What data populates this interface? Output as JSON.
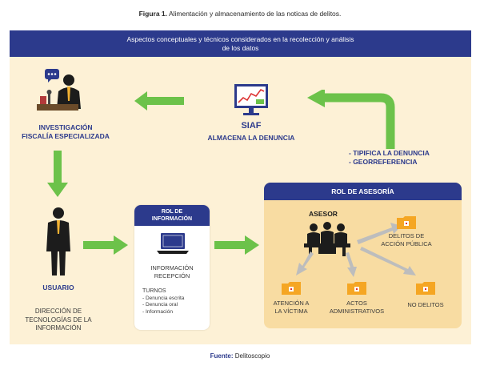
{
  "figure": {
    "label": "Figura 1.",
    "caption": "Alimentación y almacenamiento de las noticas de delitos."
  },
  "header": {
    "line1": "Aspectos conceptuales y técnicos considerados en la recolección y análisis",
    "line2": "de los datos"
  },
  "investigacion": {
    "line1": "INVESTIGACIÓN",
    "line2": "FISCALÍA ESPECIALIZADA"
  },
  "siaf": {
    "title": "SIAF",
    "subtitle": "ALMACENA LA DENUNCIA"
  },
  "tipifica": {
    "line1": "- TIPIFICA LA DENUNCIA",
    "line2": "- GEORREFERENCIA"
  },
  "usuario": {
    "label": "USUARIO",
    "dir1": "DIRECCIÓN DE",
    "dir2": "TECNOLOGÍAS DE LA",
    "dir3": "INFORMACIÓN"
  },
  "rol_informacion": {
    "head1": "ROL DE",
    "head2": "INFORMACIÓN",
    "info1": "INFORMACIÓN",
    "info2": "RECEPCIÓN",
    "turnos_title": "TURNOS",
    "turnos": [
      "- Denuncia escrita",
      "- Denuncia oral",
      "- Información"
    ]
  },
  "rol_asesoria": {
    "head": "ROL DE ASESORÍA",
    "asesor": "ASESOR",
    "delitos1": "DELITOS DE",
    "delitos2": "ACCIÓN PÚBLICA",
    "atencion1": "ATENCIÓN A",
    "atencion2": "LA VÍCTIMA",
    "actos1": "ACTOS",
    "actos2": "ADMINISTRATIVOS",
    "no_delitos": "NO DELITOS"
  },
  "footer": {
    "label": "Fuente:",
    "value": "Delitoscopio"
  },
  "colors": {
    "navy": "#2c3a8c",
    "green": "#6cc24a",
    "panel": "#fdf1d6",
    "asesor_box": "#f8dca2",
    "folder": "#f5a623"
  }
}
